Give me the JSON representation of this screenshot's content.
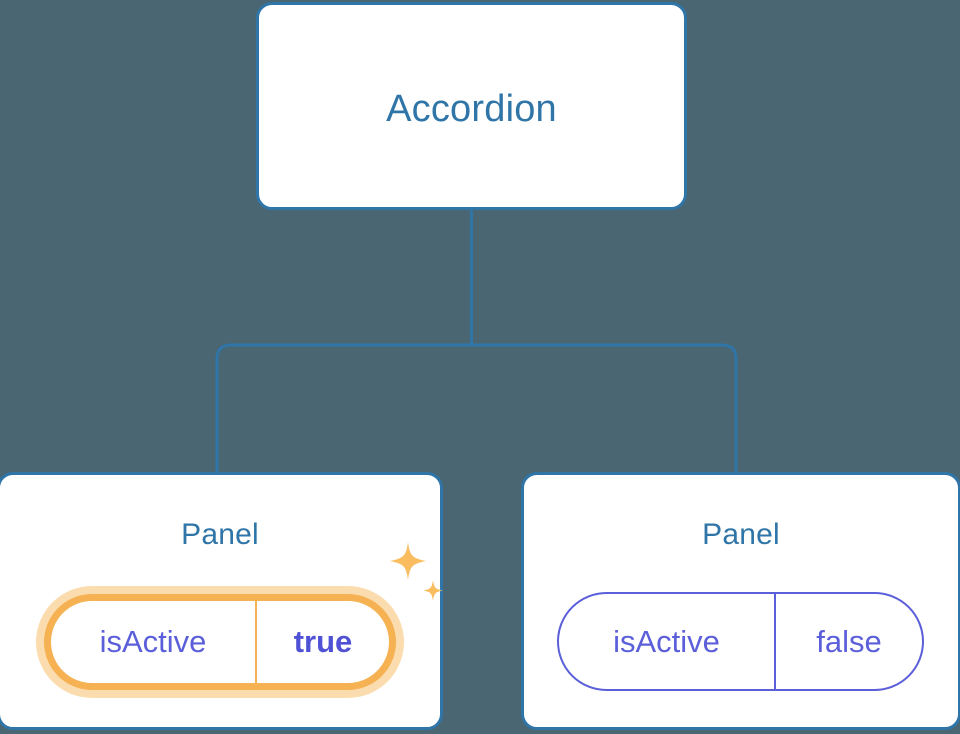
{
  "diagram": {
    "type": "component-tree",
    "background_color": "#4a6672",
    "node_border_color": "#2f75a8",
    "node_text_color": "#2f75a8",
    "connector_color": "#2f75a8",
    "prop_text_color": "#5b5fd9",
    "highlight_color": "#f5b152",
    "highlight_glow_color": "#fbdcae"
  },
  "root": {
    "label": "Accordion"
  },
  "children": [
    {
      "label": "Panel",
      "prop": {
        "key": "isActive",
        "value": "true",
        "highlighted": true,
        "value_bold": true
      },
      "decoration": "sparkles-icon"
    },
    {
      "label": "Panel",
      "prop": {
        "key": "isActive",
        "value": "false",
        "highlighted": false,
        "value_bold": false
      },
      "decoration": null
    }
  ]
}
